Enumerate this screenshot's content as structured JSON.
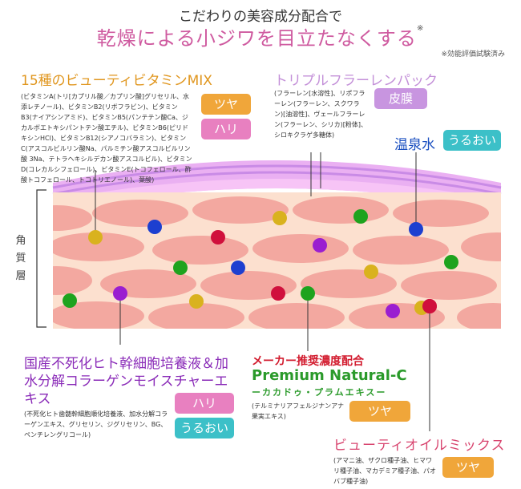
{
  "header": {
    "line1": "こだわりの美容成分配合で",
    "line2": "乾燥による小ジワを目立たなくする",
    "mark": "※",
    "note": "※効能評価試験済み"
  },
  "skin_label": "角質層",
  "vitamin": {
    "title": "15種のビューティビタミンMIX",
    "desc": "(ビタミンA(トリ[カプリル酸／カプリン酸]グリセリル、水添レチノール)、ビタミンB2(リボフラビン)、ビタミンB3(ナイアシンアミド)、ビタミンB5(パンテテン酸Ca、ジカルボエトキシパントテン酸エチル)、ビタミンB6(ピリドキシンHCl)、ビタミンB12(シアノコバラミン)、ビタミンC(アスコルビルリン酸Na、パルミチン酸アスコルビルリン酸 3Na、テトラヘキシルデカン酸アスコルビル)、ビタミンD(コレカルシフェロール)、ビタミンE(トコフェロール、酢酸トコフェロール、トコトリエノール)、葉酸)",
    "badges": [
      "ツヤ",
      "ハリ"
    ]
  },
  "triple": {
    "title": "トリプルフラーレンパック",
    "desc": "(フラーレン[水溶性]、リポフラーレン(フラーレン、スクワラン)[油溶性]、ヴェールフラーレン(フラーレン、シリカ)[粉体]、シロキクラゲ多糖体)",
    "badge": "皮膜"
  },
  "onsen": {
    "title": "温泉水",
    "badge": "うるおい"
  },
  "stem": {
    "title": "国産不死化ヒト幹細胞培養液＆加水分解コラーゲンモイスチャーエキス",
    "desc": "(不死化ヒト歯髄幹細胞順化培養液、加水分解コラーゲンエキス、グリセリン、ジグリセリン、BG、ペンチレングリコール)",
    "badges": [
      "ハリ",
      "うるおい"
    ]
  },
  "maker": {
    "label": "メーカー推奨濃度配合",
    "title": "Premium Natural-C",
    "subtitle": "ーカカドゥ・プラムエキスー",
    "desc": "(テルミナリアフェルジナンアナ果実エキス)",
    "badge": "ツヤ"
  },
  "oil": {
    "title": "ビューティオイルミックス",
    "desc": "(アマニ油、ザクロ種子油、ヒマワリ種子油、マカデミア種子油、パオバブ種子油)",
    "badge": "ツヤ"
  },
  "colors": {
    "orange": "#f0a63a",
    "pink": "#e880c0",
    "purple": "#c895e0",
    "teal": "#3cc0c8",
    "dot_gold": "#d9b21e",
    "dot_blue": "#1d3fd0",
    "dot_red": "#d0103c",
    "dot_green": "#1ea31e",
    "dot_violet": "#9a1ed0"
  }
}
